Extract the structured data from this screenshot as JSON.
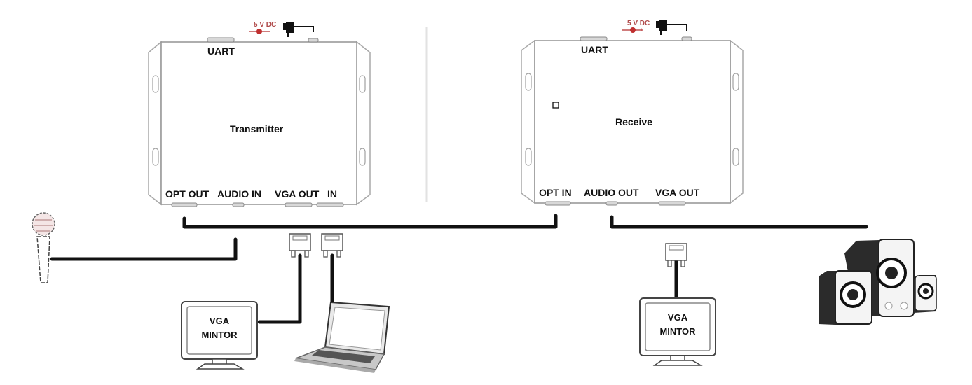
{
  "diagram": {
    "transmitter": {
      "title": "Transmitter",
      "top_port": "UART",
      "power_label": "5 V DC",
      "ports": [
        "OPT OUT",
        "AUDIO IN",
        "VGA OUT",
        "IN"
      ]
    },
    "receiver": {
      "title": "Receive",
      "top_port": "UART",
      "power_label": "5 V DC",
      "ports": [
        "OPT IN",
        "AUDIO OUT",
        "VGA OUT"
      ]
    },
    "devices": {
      "monitor_left": {
        "line1": "VGA",
        "line2": "MINTOR"
      },
      "monitor_right": {
        "line1": "VGA",
        "line2": "MINTOR"
      },
      "laptop": "laptop",
      "microphone": "microphone",
      "speakers": "speakers"
    },
    "colors": {
      "cable": "#111111",
      "box_outline": "#9a9a9a",
      "power_accent": "#b04a4a"
    }
  }
}
